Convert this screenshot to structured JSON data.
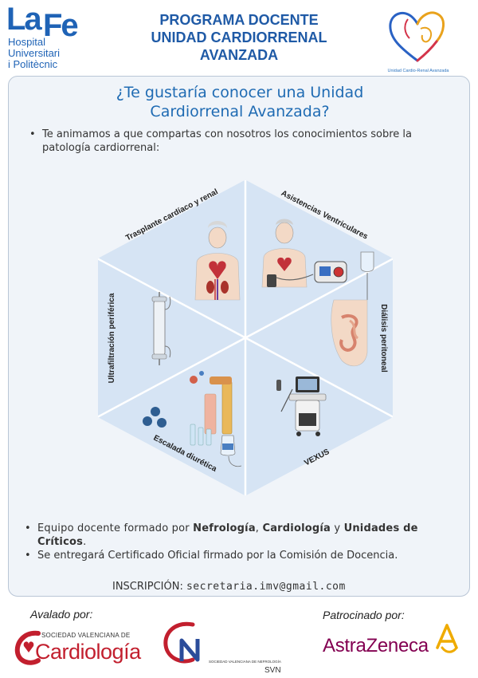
{
  "header": {
    "hospital_logo": {
      "la": "La",
      "fe": "Fe",
      "lines": [
        "Hospital",
        "Universitari",
        "i Politècnic"
      ]
    },
    "title_lines": [
      "PROGRAMA DOCENTE",
      "UNIDAD CARDIORRENAL",
      "AVANZADA"
    ],
    "unit_logo_caption": "Unidad Cardio-Renal Avanzada"
  },
  "main": {
    "question_lines": [
      "¿Te gustaría conocer una Unidad",
      "Cardiorrenal Avanzada?"
    ],
    "intro_bullet": "Te animamos a que compartas con nosotros los conocimientos sobre la patología cardiorrenal:",
    "topics": {
      "top_left": "Trasplante cardíaco y renal",
      "top_right": "Asistencias Ventriculares",
      "right": "Diálisis peritoneal",
      "bottom_right": "VEXUS",
      "bottom_left": "Escalada diurética",
      "left": "Ultrafiltración periférica"
    },
    "team_bullet": {
      "prefix": "Equipo docente formado por ",
      "nefro": "Nefrología",
      "sep1": ", ",
      "cardio": "Cardiología",
      "sep2": " y ",
      "uci": "Unidades de Críticos",
      "suffix": "."
    },
    "cert_bullet": "Se entregará Certificado Oficial firmado por la Comisión de Docencia.",
    "inscripcion_label": "INSCRIPCIÓN:",
    "inscripcion_email": "secretaria.imv@gmail.com"
  },
  "footer": {
    "avalado": "Avalado por:",
    "patrocinado": "Patrocinado por:",
    "svc": {
      "small": "SOCIEDAD VALENCIANA DE",
      "big": "Cardiología"
    },
    "svn": {
      "small": "SOCIEDAD VALENCIANA DE NEFROLOGÍA",
      "big": "SVN"
    },
    "sponsor": "AstraZeneca"
  },
  "colors": {
    "brand_blue": "#1f63b6",
    "hexagon_fill": "#d6e4f4",
    "svc_red": "#c21f2e",
    "astrazeneca_purple": "#830051",
    "astrazeneca_gold": "#efab00"
  },
  "icons": [
    "heart-logo-icon",
    "transplant-illustration-icon",
    "vad-illustration-icon",
    "dialysis-illustration-icon",
    "ultrasound-illustration-icon",
    "diuretics-illustration-icon",
    "ultrafiltration-filter-icon",
    "astrazeneca-symbol-icon"
  ]
}
